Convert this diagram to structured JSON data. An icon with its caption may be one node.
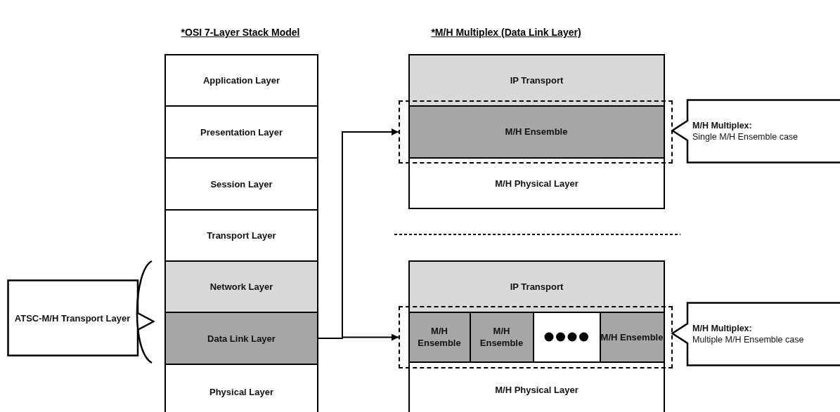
{
  "diagram": {
    "nodes": [
      {
        "text": [
          "Application Layer"
        ]
      },
      {
        "text": [
          "Presentation Layer"
        ]
      },
      {
        "text": [
          "Session Layer"
        ]
      },
      {
        "text": [
          "Transport Layer"
        ]
      },
      {
        "text": [
          "Network Layer"
        ]
      },
      {
        "text": [
          "Data Link Layer"
        ]
      },
      {
        "text": [
          "Physical Layer"
        ]
      },
      {
        "text": [
          "ATSC-M/H Transport Layer"
        ]
      },
      {
        "text": [
          "IP Transport"
        ]
      },
      {
        "text": [],
        "shape": "box"
      },
      {
        "text": [
          "M/H Ensemble"
        ],
        "in": 9
      },
      {
        "text": [
          "M/H Physical Layer"
        ]
      },
      {
        "text": [
          "M/H Multiplex:",
          "Single M/H Ensemble case"
        ]
      },
      {
        "text": [
          "IP Transport"
        ]
      },
      {
        "text": [],
        "shape": "box"
      },
      {
        "text": [
          "M/H Ensemble"
        ],
        "in": 14
      },
      {
        "text": [
          "M/H Ensemble"
        ],
        "in": 14
      },
      {
        "text": [],
        "shape": "box",
        "in": 14
      },
      {
        "text": [
          "M/H Ensemble"
        ],
        "in": 14
      },
      {
        "text": [
          "M/H Physical Layer"
        ]
      },
      {
        "text": [
          "M/H Multiplex:",
          "Multiple M/H Ensemble case"
        ]
      }
    ],
    "edges": [
      {
        "from": 5,
        "to": 9,
        "arrow": "to"
      },
      {
        "from": 5,
        "to": 14,
        "arrow": "to"
      }
    ],
    "labels": [
      "*OSI 7-Layer Stack Model",
      "*M/H Multiplex (Data Link Layer)"
    ]
  }
}
